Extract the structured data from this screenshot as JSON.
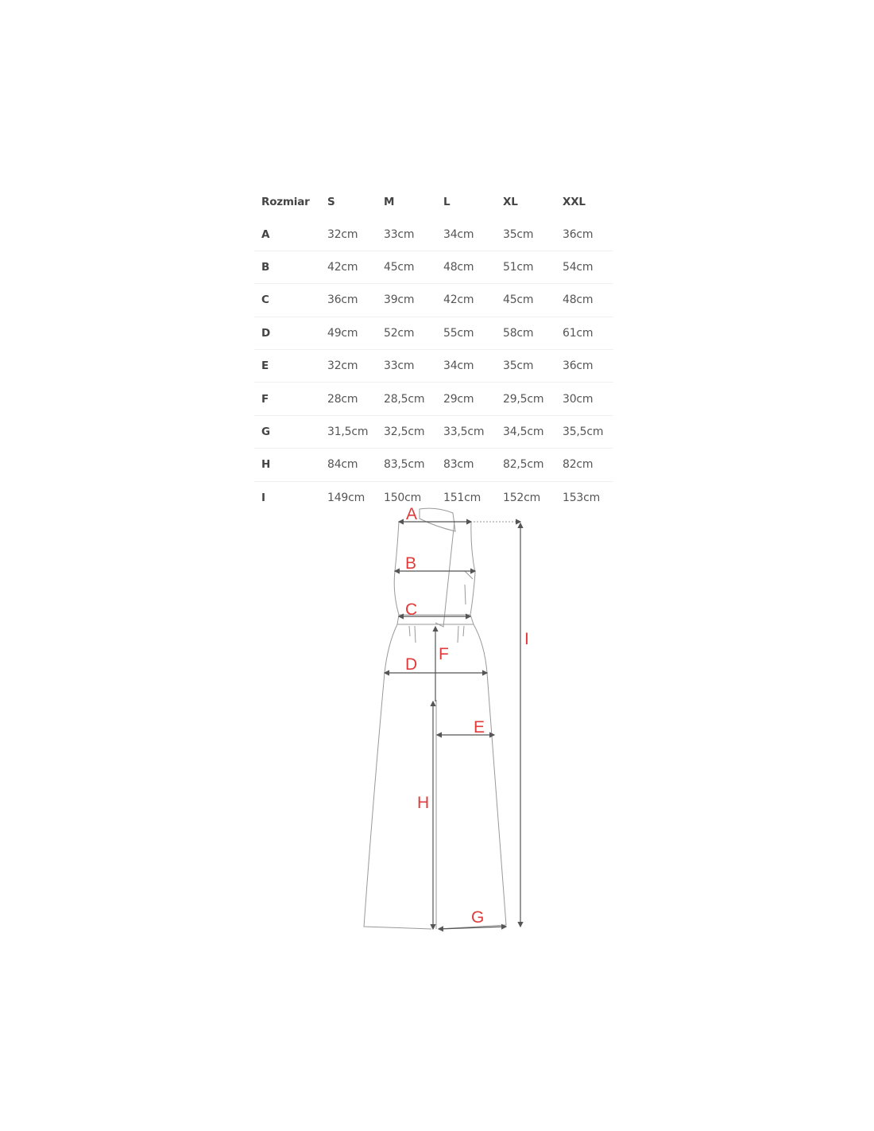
{
  "table": {
    "headers": [
      "Rozmiar",
      "S",
      "M",
      "L",
      "XL",
      "XXL"
    ],
    "rows": [
      [
        "A",
        "32cm",
        "33cm",
        "34cm",
        "35cm",
        "36cm"
      ],
      [
        "B",
        "42cm",
        "45cm",
        "48cm",
        "51cm",
        "54cm"
      ],
      [
        "C",
        "36cm",
        "39cm",
        "42cm",
        "45cm",
        "48cm"
      ],
      [
        "D",
        "49cm",
        "52cm",
        "55cm",
        "58cm",
        "61cm"
      ],
      [
        "E",
        "32cm",
        "33cm",
        "34cm",
        "35cm",
        "36cm"
      ],
      [
        "F",
        "28cm",
        "28,5cm",
        "29cm",
        "29,5cm",
        "30cm"
      ],
      [
        "G",
        "31,5cm",
        "32,5cm",
        "33,5cm",
        "34,5cm",
        "35,5cm"
      ],
      [
        "H",
        "84cm",
        "83,5cm",
        "83cm",
        "82,5cm",
        "82cm"
      ],
      [
        "I",
        "149cm",
        "150cm",
        "151cm",
        "152cm",
        "153cm"
      ]
    ]
  },
  "diagram": {
    "labels": {
      "A": "A",
      "B": "B",
      "C": "C",
      "D": "D",
      "E": "E",
      "F": "F",
      "G": "G",
      "H": "H",
      "I": "I"
    },
    "label_color": "#e03a3a"
  }
}
